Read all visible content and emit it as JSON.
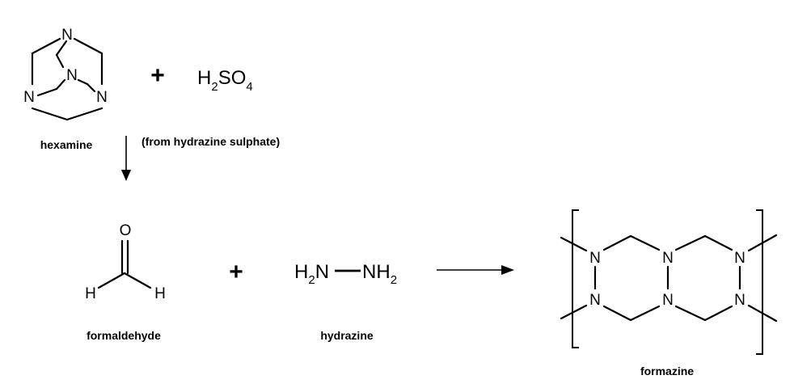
{
  "atoms": {
    "nitrogen": "N",
    "oxygen": "O",
    "hydrogen": "H"
  },
  "reactants": {
    "hexamine": {
      "label": "hexamine"
    },
    "acid": {
      "base1": "H",
      "sub1": "2",
      "base2": "SO",
      "sub2": "4"
    },
    "acid_source_note": "(from hydrazine sulphate)",
    "plus_sign": "+"
  },
  "intermediates": {
    "formaldehyde": {
      "label": "formaldehyde"
    },
    "hydrazine": {
      "h": "H",
      "sub": "2",
      "n": "N",
      "label": "hydrazine"
    },
    "plus_sign": "+"
  },
  "product": {
    "formazine": {
      "label": "formazine"
    }
  }
}
